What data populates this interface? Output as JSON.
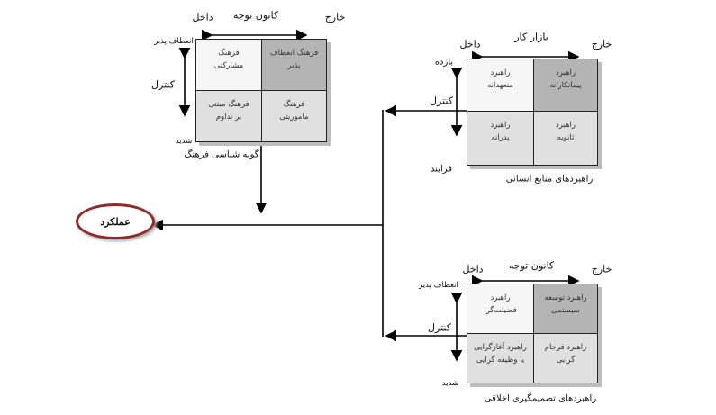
{
  "culture": {
    "title": "گونه شناسی فرهنگ",
    "top_axis": "کانون توجه",
    "left_end": "داخل",
    "right_end": "خارج",
    "side_axis": "کنترل",
    "top_end": "انعطاف پذیر",
    "bottom_end": "شدید",
    "cells": [
      "فرهنگ\nمشارکتی",
      "فرهنگ انعطاف\nپذیر",
      "فرهنگ مبتنی\nبر تداوم",
      "فرهنگ\nماموریتی"
    ]
  },
  "hr": {
    "title": "راهبردهای منابع انسانی",
    "top_axis": "بازار کار",
    "left_end": "داخل",
    "right_end": "خارج",
    "side_axis": "کنترل",
    "top_end": "بازده",
    "bottom_end": "فرایند",
    "cells": [
      "راهبرد\nمتعهدانه",
      "راهبرد\nپیمانکارانه",
      "راهبرد\nپدرانه",
      "راهبرد\nثانویه"
    ]
  },
  "ethics": {
    "title": "راهبردهای تصمیمگیری اخلاقی",
    "top_axis": "کانون توجه",
    "left_end": "داخل",
    "right_end": "خارج",
    "side_axis": "کنترل",
    "top_end": "انعطاف پذیر",
    "bottom_end": "شدید",
    "cells": [
      "راهبرد\nفضیلت‌گرا",
      "راهبرد توسعه\nسیستمی",
      "راهبرد آغازگرایی\nیا وظیفه گرایی",
      "راهبرد فرجام\nگرایی"
    ]
  },
  "outcome": "عملکرد",
  "colors": {
    "cell_light": "#f6f6f6",
    "cell_dark": "#b4b4b4",
    "cell_mid": "#e0e0e0",
    "outcome_border": "#8b2d2a"
  }
}
